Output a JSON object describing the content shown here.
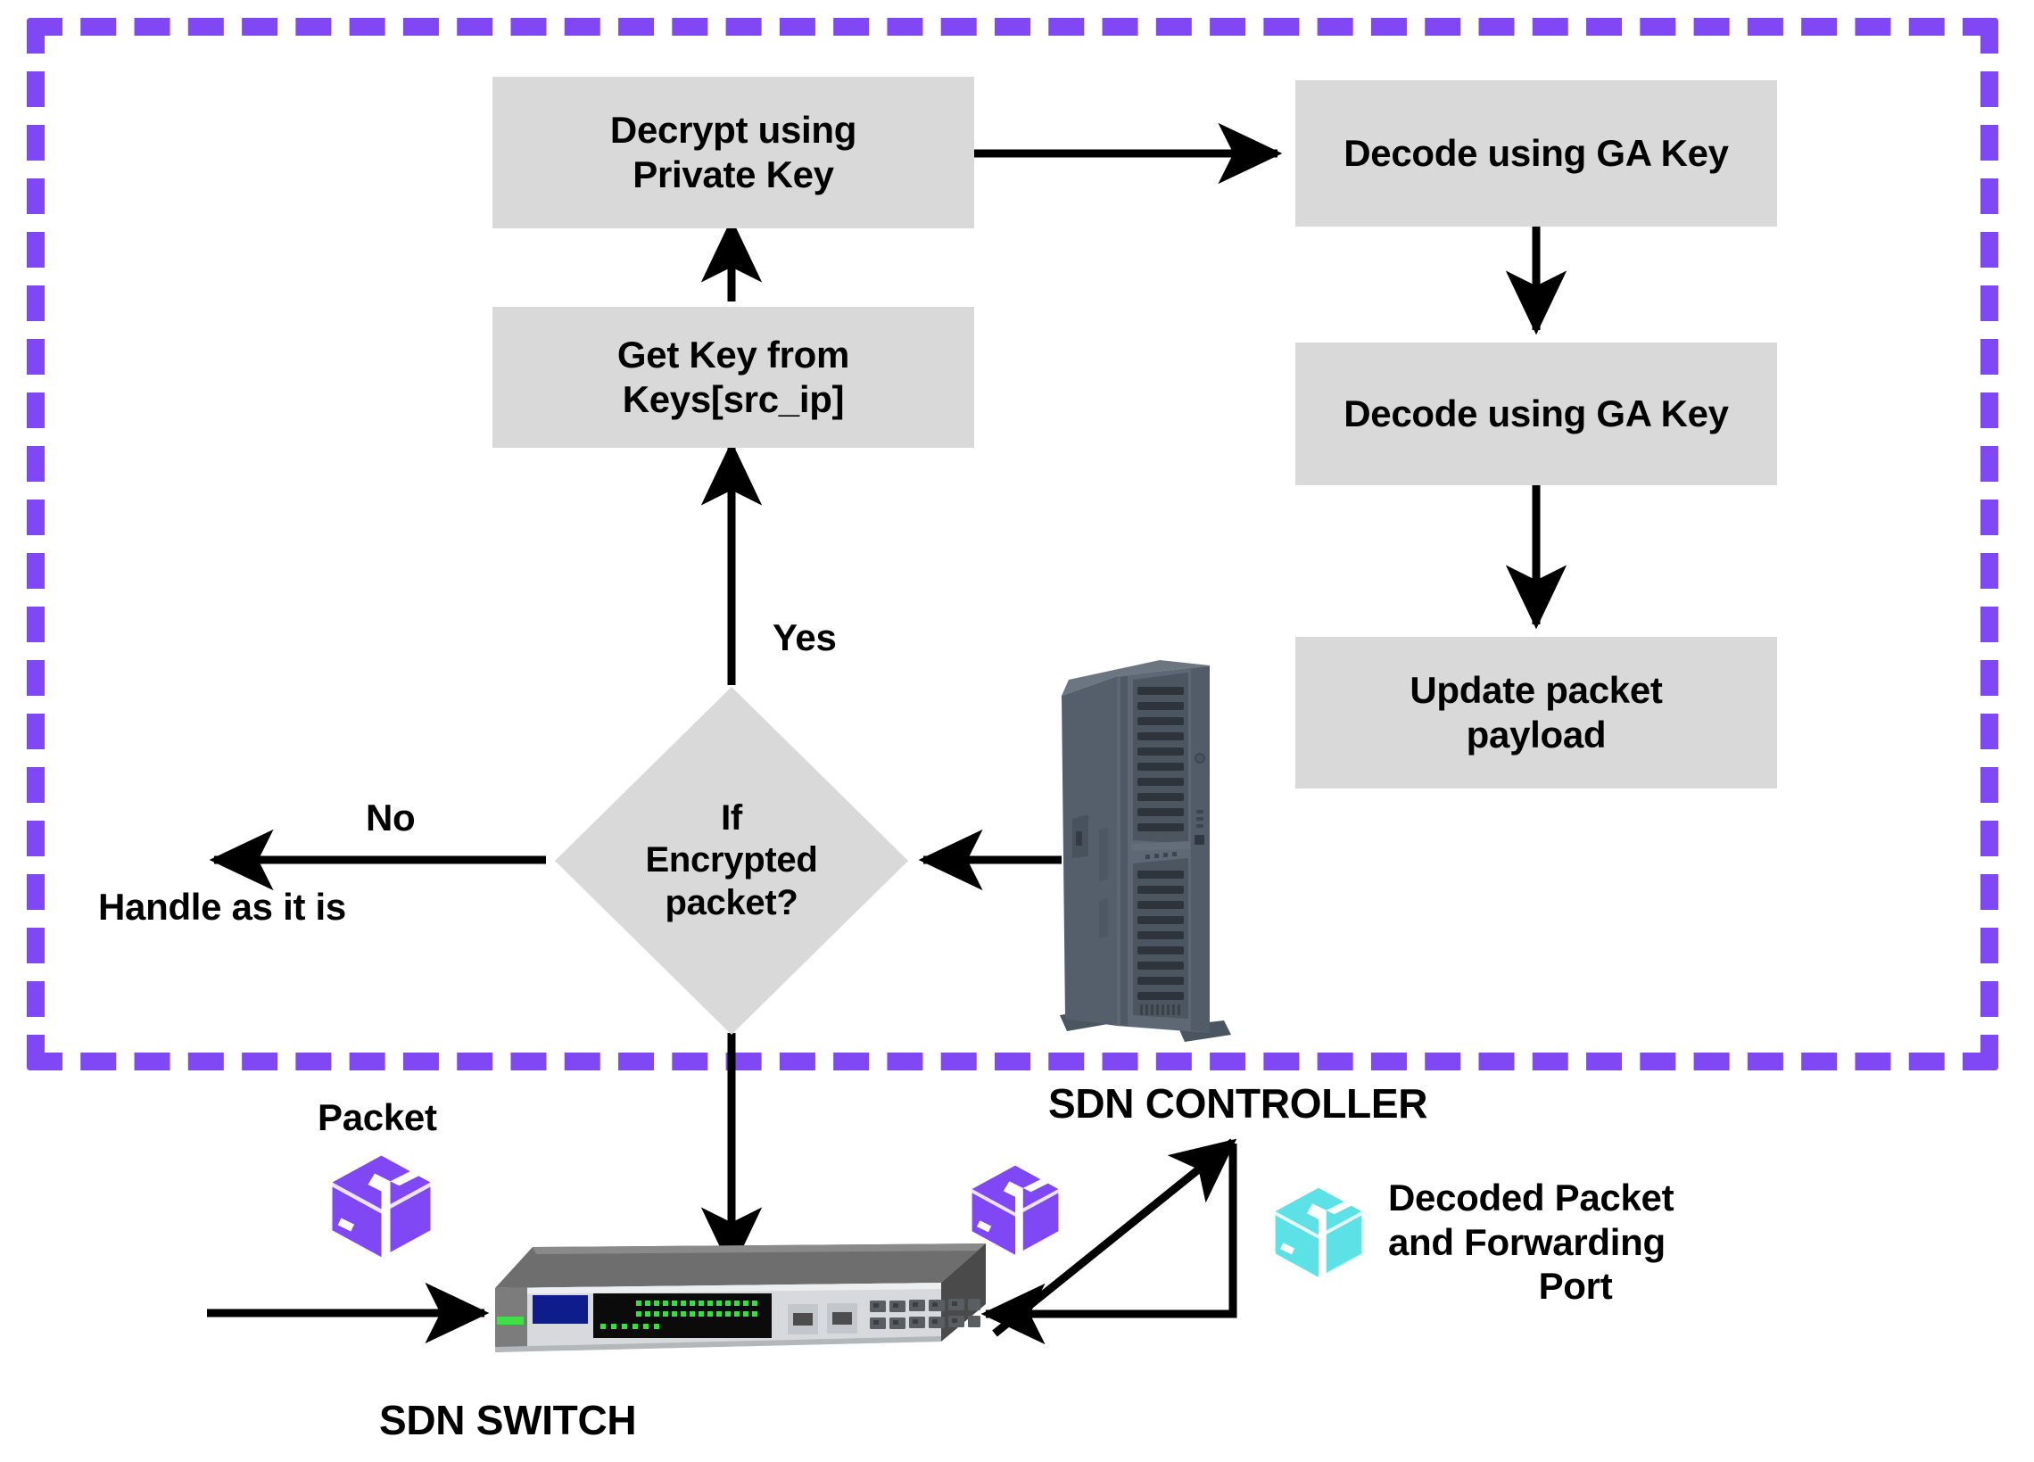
{
  "diagram": {
    "title": "SDN packet decryption and forwarding flow",
    "colors": {
      "boundary_purple": "#8048f5",
      "box_gray": "#d9d9d9",
      "packet_purple": "#8048f5",
      "decoded_packet_cyan": "#5ce1e6",
      "arrow_black": "#000000",
      "background": "#ffffff"
    },
    "boundary": {
      "name": "SDN controller boundary",
      "style": "dashed"
    },
    "process_boxes": [
      {
        "id": "decrypt_private_key",
        "label": "Decrypt using\nPrivate Key",
        "line1": "Decrypt using",
        "line2": "Private Key"
      },
      {
        "id": "decode_ga_key_1",
        "label": "Decode using GA Key",
        "line1": "Decode using GA Key",
        "line2": ""
      },
      {
        "id": "get_key_src_ip",
        "label": "Get Key from\nKeys[src_ip]",
        "line1": "Get Key from",
        "line2": "Keys[src_ip]"
      },
      {
        "id": "decode_ga_key_2",
        "label": "Decode using GA Key",
        "line1": "Decode using GA Key",
        "line2": ""
      },
      {
        "id": "update_payload",
        "label": "Update packet\npayload",
        "line1": "Update packet",
        "line2": "payload"
      }
    ],
    "decision": {
      "id": "if_encrypted_packet",
      "line1": "If",
      "line2": "Encrypted",
      "line3": "packet?"
    },
    "edge_labels": {
      "yes": "Yes",
      "no": "No"
    },
    "labels": {
      "handle_as_it_is": "Handle as it is",
      "packet": "Packet",
      "sdn_controller": "SDN CONTROLLER",
      "sdn_switch": "SDN SWITCH",
      "decoded_packet_line1": "Decoded Packet",
      "decoded_packet_line2": "and Forwarding",
      "decoded_packet_line3": "Port"
    },
    "icons": {
      "packet_cube_left": "package-cube-icon",
      "packet_cube_middle": "package-cube-icon",
      "decoded_cube": "package-cube-icon",
      "server_tower": "server-tower-icon",
      "network_switch": "network-switch-icon"
    }
  }
}
